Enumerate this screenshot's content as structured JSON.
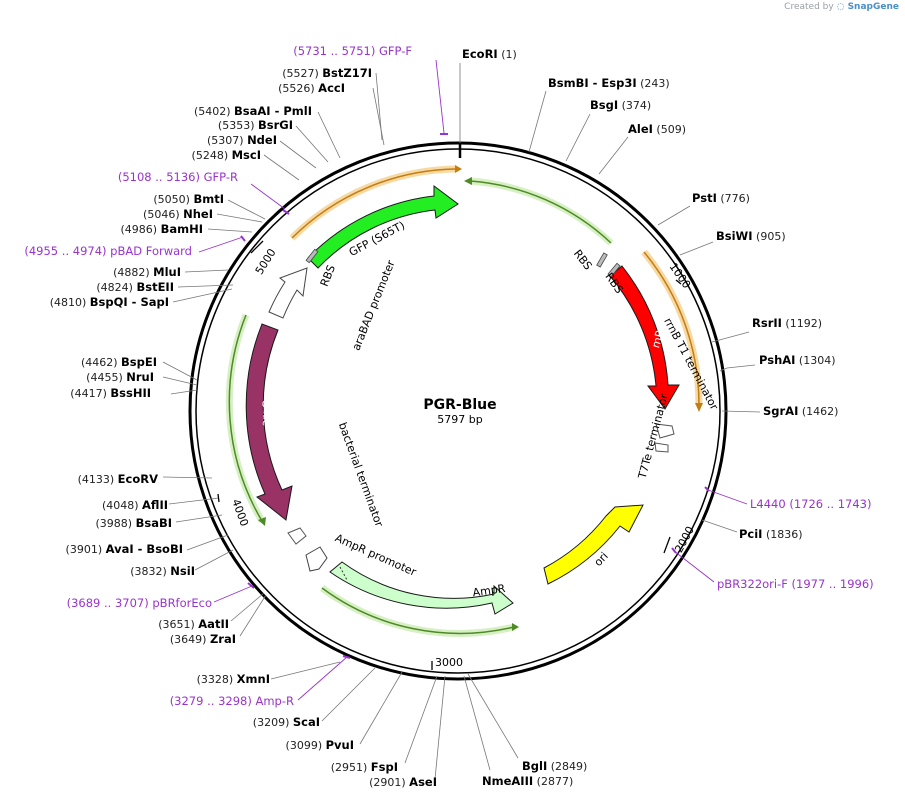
{
  "credit": {
    "prefix": "Created by",
    "brand": "SnapGene"
  },
  "plasmid": {
    "name": "PGR-Blue",
    "length_label": "5797 bp",
    "length": 5797
  },
  "ticks": [
    "1000",
    "2000",
    "3000",
    "4000",
    "5000"
  ],
  "sites": [
    {
      "name": "EcoRI",
      "pos": "(1)"
    },
    {
      "name": "BsmBI  -  Esp3I",
      "pos": "(243)"
    },
    {
      "name": "BsgI",
      "pos": "(374)"
    },
    {
      "name": "AleI",
      "pos": "(509)"
    },
    {
      "name": "PstI",
      "pos": "(776)"
    },
    {
      "name": "BsiWI",
      "pos": "(905)"
    },
    {
      "name": "RsrII",
      "pos": "(1192)"
    },
    {
      "name": "PshAI",
      "pos": "(1304)"
    },
    {
      "name": "SgrAI",
      "pos": "(1462)"
    },
    {
      "name": "PciI",
      "pos": "(1836)"
    },
    {
      "name": "BglI",
      "pos": "(2849)"
    },
    {
      "name": "NmeAIII",
      "pos": "(2877)"
    },
    {
      "name": "AseI",
      "pos": "(2901)"
    },
    {
      "name": "FspI",
      "pos": "(2951)"
    },
    {
      "name": "PvuI",
      "pos": "(3099)"
    },
    {
      "name": "ScaI",
      "pos": "(3209)"
    },
    {
      "name": "XmnI",
      "pos": "(3328)"
    },
    {
      "name": "ZraI",
      "pos": "(3649)"
    },
    {
      "name": "AatII",
      "pos": "(3651)"
    },
    {
      "name": "NsiI",
      "pos": "(3832)"
    },
    {
      "name": "AvaI  -  BsoBI",
      "pos": "(3901)"
    },
    {
      "name": "BsaBI",
      "pos": "(3988)"
    },
    {
      "name": "AflII",
      "pos": "(4048)"
    },
    {
      "name": "EcoRV",
      "pos": "(4133)"
    },
    {
      "name": "BssHII",
      "pos": "(4417)"
    },
    {
      "name": "NruI",
      "pos": "(4455)"
    },
    {
      "name": "BspEI",
      "pos": "(4462)"
    },
    {
      "name": "BspQI  -  SapI",
      "pos": "(4810)"
    },
    {
      "name": "BstEII",
      "pos": "(4824)"
    },
    {
      "name": "MluI",
      "pos": "(4882)"
    },
    {
      "name": "BamHI",
      "pos": "(4986)"
    },
    {
      "name": "NheI",
      "pos": "(5046)"
    },
    {
      "name": "BmtI",
      "pos": "(5050)"
    },
    {
      "name": "MscI",
      "pos": "(5248)"
    },
    {
      "name": "NdeI",
      "pos": "(5307)"
    },
    {
      "name": "BsrGI",
      "pos": "(5353)"
    },
    {
      "name": "BsaAI  -  PmlI",
      "pos": "(5402)"
    },
    {
      "name": "AccI",
      "pos": "(5526)"
    },
    {
      "name": "BstZ17I",
      "pos": "(5527)"
    }
  ],
  "primers": [
    {
      "name": "GFP-F",
      "range": "(5731 .. 5751)"
    },
    {
      "name": "GFP-R",
      "range": "(5108 .. 5136)"
    },
    {
      "name": "pBAD Forward",
      "range": "(4955 .. 4974)"
    },
    {
      "name": "L4440",
      "range": "(1726 .. 1743)"
    },
    {
      "name": "pBR322ori-F",
      "range": "(1977 .. 1996)"
    },
    {
      "name": "pBRforEco",
      "range": "(3689 .. 3707)"
    },
    {
      "name": "Amp-R",
      "range": "(3279 .. 3298)"
    }
  ],
  "features": {
    "gfp": "GFP (S65T)",
    "mrfp1": "mRFP1",
    "arac": "araC",
    "ampr": "AmpR",
    "ori": "ori",
    "rbs": "RBS",
    "arabad_promoter": "araBAD promoter",
    "bacterial_terminator": "bacterial terminator",
    "ampr_promoter": "AmpR promoter",
    "rrnb_t1_terminator": "rrnB T1 terminator",
    "t7te_terminator": "T7Te terminator"
  },
  "colors": {
    "gfp": "#22ee22",
    "mrfp1": "#ff0000",
    "arac": "#993366",
    "ampr": "#ccffcc",
    "ori": "#ffff00",
    "primer": "#9933cc",
    "orange_track": "#e8a840",
    "green_track": "#6cba3a",
    "backbone": "#000000"
  }
}
